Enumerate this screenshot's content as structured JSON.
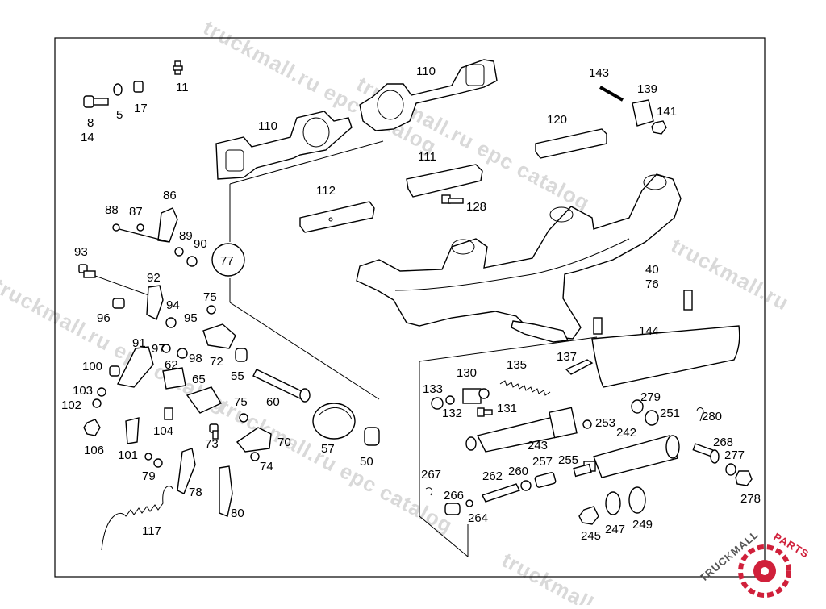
{
  "watermark": "truckmall.ru epc catalog",
  "watermark_short": "truckmall.ru",
  "ref_circle": "77",
  "logo": {
    "text_a": "TRUCKMALL",
    "text_b": "PARTS",
    "color_a": "#555555",
    "color_b": "#d0203b"
  },
  "labels": {
    "p8": "8",
    "p14": "14",
    "p5": "5",
    "p17": "17",
    "p11": "11",
    "p110a": "110",
    "p110b": "110",
    "p143": "143",
    "p139": "139",
    "p141": "141",
    "p120": "120",
    "p111": "111",
    "p112": "112",
    "p128": "128",
    "p86": "86",
    "p88": "88",
    "p87": "87",
    "p89": "89",
    "p90": "90",
    "p93": "93",
    "p92": "92",
    "p94": "94",
    "p96": "96",
    "p95": "95",
    "p75a": "75",
    "p91": "91",
    "p97": "97",
    "p98": "98",
    "p72": "72",
    "p62": "62",
    "p100": "100",
    "p65": "65",
    "p55": "55",
    "p60": "60",
    "p103": "103",
    "p102": "102",
    "p75b": "75",
    "p104": "104",
    "p106": "106",
    "p101": "101",
    "p73": "73",
    "p70": "70",
    "p74": "74",
    "p57": "57",
    "p50": "50",
    "p79": "79",
    "p78": "78",
    "p80": "80",
    "p117": "117",
    "p40": "40",
    "p76": "76",
    "p144": "144",
    "p135": "135",
    "p137": "137",
    "p130": "130",
    "p133": "133",
    "p132": "132",
    "p131": "131",
    "p279": "279",
    "p251": "251",
    "p280": "280",
    "p253": "253",
    "p242": "242",
    "p243": "243",
    "p268": "268",
    "p277": "277",
    "p278": "278",
    "p267": "267",
    "p262": "262",
    "p260": "260",
    "p257": "257",
    "p255": "255",
    "p266": "266",
    "p264": "264",
    "p245": "245",
    "p247": "247",
    "p249": "249"
  }
}
